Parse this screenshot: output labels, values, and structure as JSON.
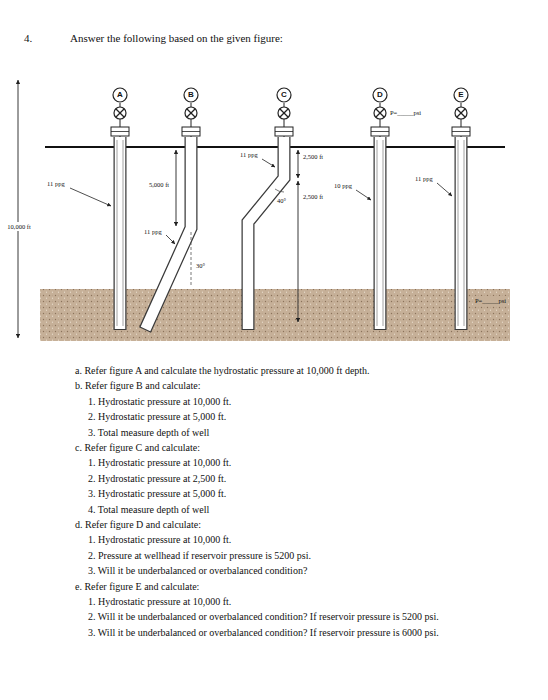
{
  "diagram": {
    "title": "Answer the following based on the given figure:",
    "nodes": [
      {
        "text": [
          "A"
        ]
      },
      {
        "text": [
          "B"
        ]
      },
      {
        "text": [
          "C"
        ]
      },
      {
        "text": [
          "D"
        ]
      },
      {
        "text": [
          "E"
        ]
      }
    ],
    "labels": [
      "4.",
      "11 ppg",
      "10,000 ft",
      "5,000 ft",
      "11 ppg",
      "30°",
      "11 ppg",
      "2,500 ft",
      "2,500 ft",
      "40°",
      "10 ppg",
      "P=_____psi",
      "11 ppg",
      "P=_____psi",
      "a. Refer figure A and calculate the hydrostatic pressure at 10,000 ft depth.",
      "b. Refer figure B and calculate:",
      "1. Hydrostatic pressure at 10,000 ft.",
      "2. Hydrostatic pressure at 5,000 ft.",
      "3. Total measure depth of well",
      "c. Refer figure C and calculate:",
      "1. Hydrostatic pressure at 10,000 ft.",
      "2. Hydrostatic pressure at 2,500 ft.",
      "3. Hydrostatic pressure at 5,000 ft.",
      "4. Total measure depth of well",
      "d. Refer figure D and calculate:",
      "1. Hydrostatic pressure at 10,000 ft.",
      "2. Pressure at wellhead if reservoir pressure is 5200 psi.",
      "3. Will it be underbalanced or overbalanced condition?",
      "e. Refer figure E and calculate:",
      "1. Hydrostatic pressure at 10,000 ft.",
      "2. Will it be underbalanced or overbalanced condition? If reservoir pressure is 5200 psi.",
      "3. Will it be underbalanced or overbalanced condition? If reservoir pressure is 6000 psi."
    ]
  }
}
